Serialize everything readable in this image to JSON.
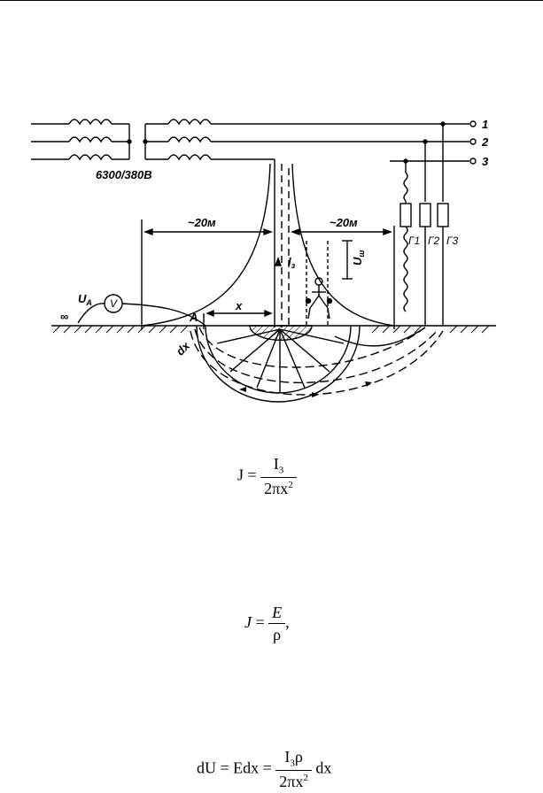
{
  "figure": {
    "transformer_label": "6300/380В",
    "phase_labels": [
      "1",
      "2",
      "3"
    ],
    "load_labels": [
      "Г1",
      "Г2",
      "Г3"
    ],
    "distance_left": "~20м",
    "distance_right": "~20м",
    "voltmeter_symbol": "V",
    "ua_label": "U",
    "ua_sub": "A",
    "infinity": "∞",
    "point_a": "A",
    "x_label": "x",
    "dx_label": "dx",
    "current_label": "I",
    "current_sub": "з",
    "step_voltage_label": "U",
    "step_voltage_sub": "ш"
  },
  "formulas": {
    "f1": {
      "lhs": "J",
      "eq": "=",
      "num": "I",
      "num_sub": "3",
      "den": "2πx",
      "den_sup": "2"
    },
    "f2": {
      "lhs": "J",
      "eq": "=",
      "num": "E",
      "den": "ρ",
      "tail": ","
    },
    "f3": {
      "lhs": "dU = Edx =",
      "num": "I",
      "num_sub": "3",
      "num_tail": "ρ",
      "den": "2πx",
      "den_sup": "2",
      "tail": "dx"
    }
  }
}
